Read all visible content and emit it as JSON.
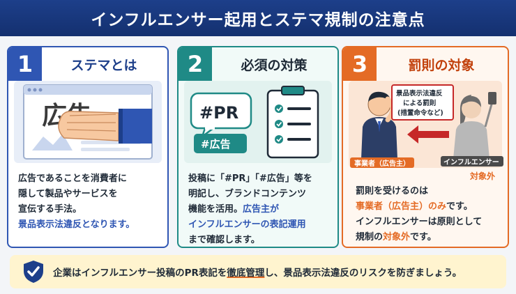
{
  "header": {
    "title": "インフルエンサー起用とステマ規制の注意点"
  },
  "cards": [
    {
      "number": "1",
      "title": "ステマとは",
      "illustration_text": "広告",
      "body_lines": [
        "広告であることを消費者に",
        "隠して製品やサービスを",
        "宣伝する手法。"
      ],
      "emphasis": "景品表示法違反となります。"
    },
    {
      "number": "2",
      "title": "必須の対策",
      "tag_pr": "#PR",
      "tag_ad": "#広告",
      "body_lines": [
        "投稿に「#PR」「#広告」等を",
        "明記し、ブランドコンテンツ",
        "機能を活用。"
      ],
      "emphasis_inline": "広告主が",
      "emphasis_lines": [
        "インフルエンサーの表記運用"
      ],
      "body_tail": "まで確認します。"
    },
    {
      "number": "3",
      "title": "罰則の対象",
      "penalty_box_lines": [
        "景品表示法違反",
        "による罰則",
        "(措置命令など)"
      ],
      "label_business": "事業者（広告主）",
      "label_influencer": "インフルエンサー",
      "label_out_of_scope": "対象外",
      "body_line1": "罰則を受けるのは",
      "body_line2_em": "事業者（広告主）のみ",
      "body_line2_tail": "です。",
      "body_line3": "インフルエンサーは原則として",
      "body_line4_pre": "規制の",
      "body_line4_em": "対象外",
      "body_line4_tail": "です。"
    }
  ],
  "footer": {
    "text_pre": "企業はインフルエンサー投稿のPR表記を",
    "text_em": "徹底管理",
    "text_post": "し、景品表示法違反のリスクを防ぎましょう。",
    "icon": "shield-check-icon"
  },
  "colors": {
    "header": "#1d3f8a",
    "card1": "#2f56b3",
    "card2": "#1f8a86",
    "card3": "#e46b25",
    "footer_bg": "#fff4cf"
  }
}
